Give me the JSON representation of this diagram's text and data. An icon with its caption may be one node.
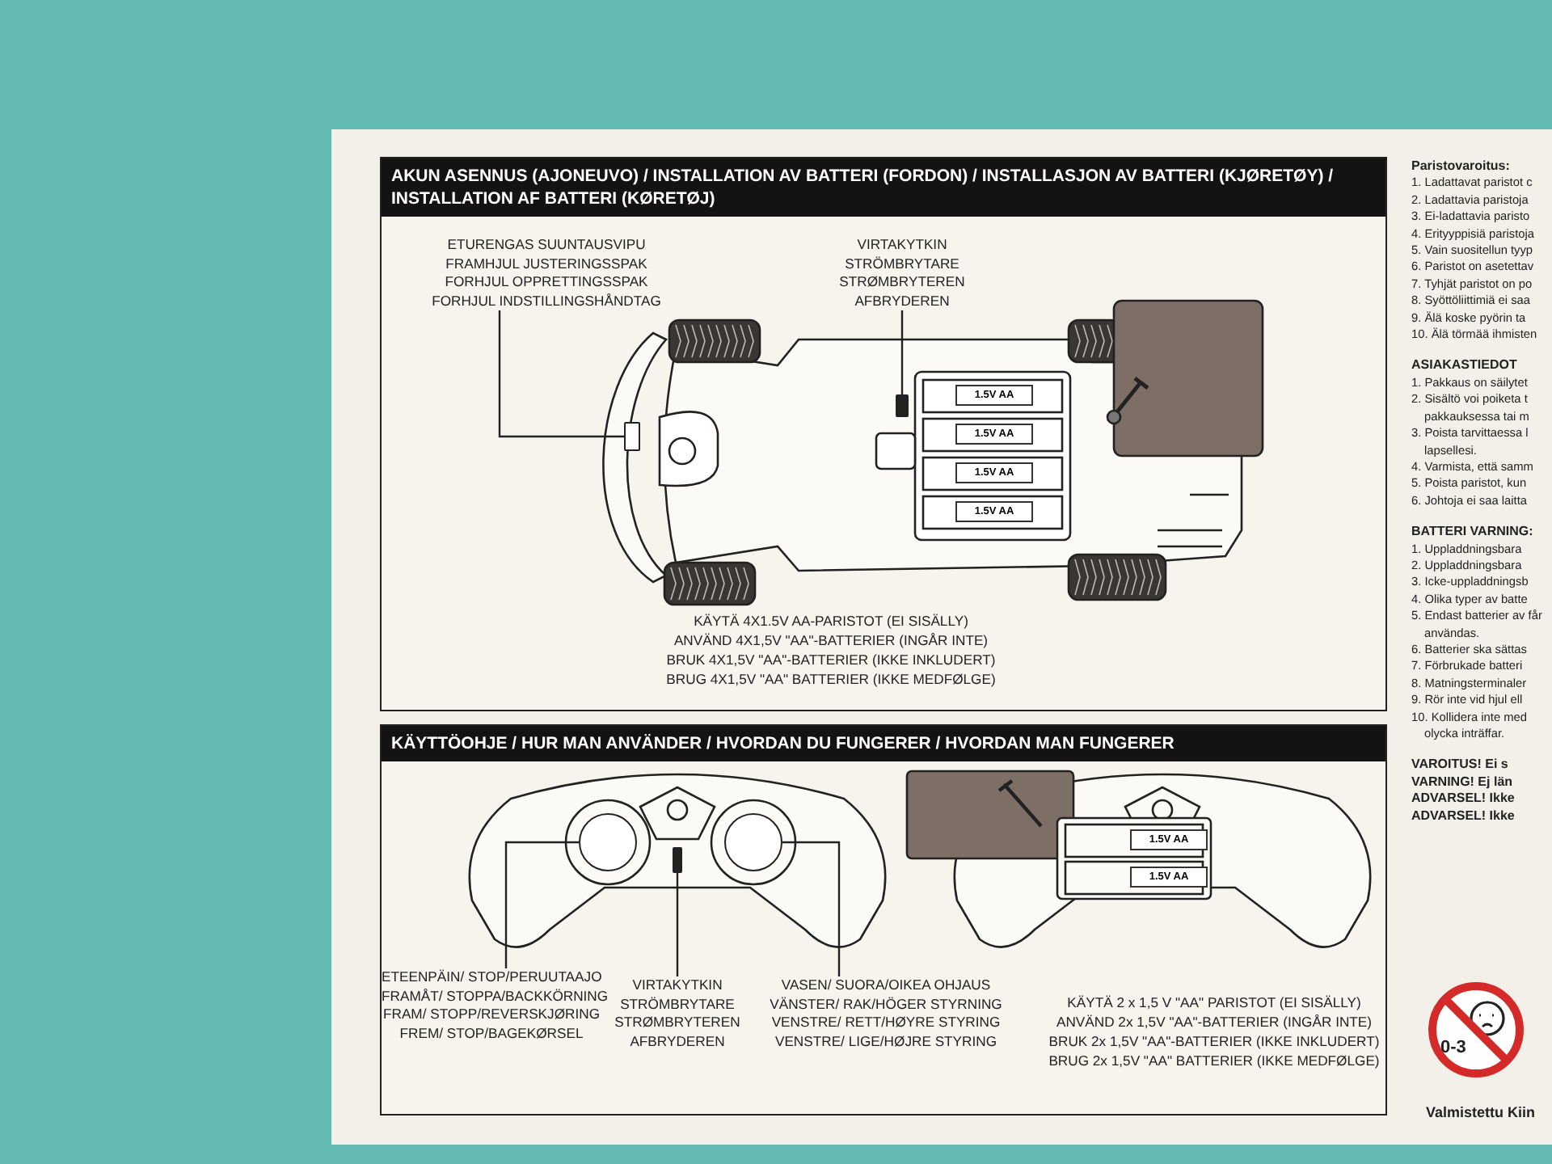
{
  "diagram": {
    "nodes": [
      {
        "text": [
          "AKUN ASENNUS (AJONEUVO) / INSTALLATION AV BATTERI (FORDON) / INSTALLASJON AV BATTERI (KJØRETØY) / INSTALLATION AF BATTERI (KØRETØJ)"
        ]
      },
      {
        "text": [
          "ETURENGAS SUUNTAUSVIPU",
          "FRAMHJUL JUSTERINGSSPAK",
          "FORHJUL OPPRETTINGSSPAK",
          "FORHJUL INDSTILLINGSHÅNDTAG"
        ],
        "in": 0
      },
      {
        "text": [],
        "shape": "box",
        "in": 0
      },
      {
        "text": [
          "VIRTAKYTKIN",
          "STRÖMBRYTARE",
          "STRØMBRYTEREN",
          "AFBRYDEREN"
        ],
        "in": 0
      },
      {
        "text": [],
        "shape": "box",
        "in": 0
      },
      {
        "text": [
          "KÄYTTÖOHJE / HUR MAN ANVÄNDER / HVORDAN DU FUNGERER / HVORDAN MAN FUNGERER"
        ]
      },
      {
        "text": [
          "ETEENPÄIN/ STOP/PERUUTAAJO",
          "FRAMÅT/ STOPPA/BACKKÖRNING",
          "FRAM/ STOPP/REVERSKJØRING",
          "FREM/ STOP/BAGEKØRSEL"
        ],
        "in": 5
      },
      {
        "text": [],
        "shape": "circle",
        "in": 5
      },
      {
        "text": [
          "VIRTAKYTKIN",
          "STRÖMBRYTARE",
          "STRØMBRYTEREN",
          "AFBRYDEREN"
        ],
        "in": 5
      },
      {
        "text": [],
        "shape": "box",
        "in": 5
      },
      {
        "text": [
          "VASEN/ SUORA/OIKEA OHJAUS",
          "VÄNSTER/ RAK/HÖGER STYRNING",
          "VENSTRE/ RETT/HØYRE STYRING",
          "VENSTRE/ LIGE/HØJRE STYRING"
        ],
        "in": 5
      },
      {
        "text": [],
        "shape": "circle",
        "in": 5
      }
    ],
    "edges": [
      {
        "from": 1,
        "to": 2,
        "arrow": "none"
      },
      {
        "from": 3,
        "to": 4,
        "arrow": "none"
      },
      {
        "from": 6,
        "to": 7,
        "arrow": "none"
      },
      {
        "from": 8,
        "to": 9,
        "arrow": "none"
      },
      {
        "from": 10,
        "to": 11,
        "arrow": "none"
      }
    ],
    "labels": [
      "1.5V AA",
      "1.5V AA",
      "1.5V AA",
      "1.5V AA",
      "KÄYTÄ 4X1.5V AA-PARISTOT (EI SISÄLLY)",
      "ANVÄND 4X1,5V \"AA\"-BATTERIER (INGÅR INTE)",
      "BRUK 4X1,5V \"AA\"-BATTERIER (IKKE INKLUDERT)",
      "BRUG 4X1,5V \"AA\" BATTERIER (IKKE MEDFØLGE)",
      "1.5V AA",
      "1.5V AA",
      "KÄYTÄ 2 x 1,5 V \"AA\" PARISTOT (EI SISÄLLY)",
      "ANVÄND 2x 1,5V \"AA\"-BATTERIER (INGÅR INTE)",
      "BRUK 2x 1,5V \"AA\"-BATTERIER (IKKE INKLUDERT)",
      "BRUG 2x 1,5V \"AA\" BATTERIER (IKKE MEDFØLGE)",
      "Paristovaroitus:",
      "1. Ladattavat paristot c",
      "2. Ladattavia paristoja",
      "3. Ei-ladattavia paristo",
      "4. Erityyppisiä paristoja",
      "5. Vain suositellun tyyp",
      "6. Paristot on asetettav",
      "7. Tyhjät paristot on po",
      "8. Syöttöliittimiä ei saa",
      "9. Älä koske pyörin ta",
      "10. Älä törmää ihmisten",
      "ASIAKASTIEDOT",
      "1. Pakkaus on säilytet",
      "2. Sisältö voi poiketa t pakkauksessa tai m",
      "3. Poista tarvittaessa l lapsellesi.",
      "4. Varmista, että samm",
      "5. Poista paristot, kun",
      "6. Johtoja ei saa laitta",
      "BATTERI VARNING:",
      "1. Uppladdningsbara",
      "2. Uppladdningsbara",
      "3. Icke-uppladdningsb",
      "4. Olika typer av batte",
      "5. Endast batterier av får användas.",
      "6. Batterier ska sättas",
      "7. Förbrukade batteri",
      "8. Matningsterminaler",
      "9. Rör inte vid hjul ell",
      "10. Kollidera inte med olycka inträffar.",
      "VAROITUS! Ei s",
      "VARNING! Ej län",
      "ADVARSEL! Ikke",
      "ADVARSEL! Ikke",
      "0-3",
      "Valmistettu Kiin"
    ]
  }
}
